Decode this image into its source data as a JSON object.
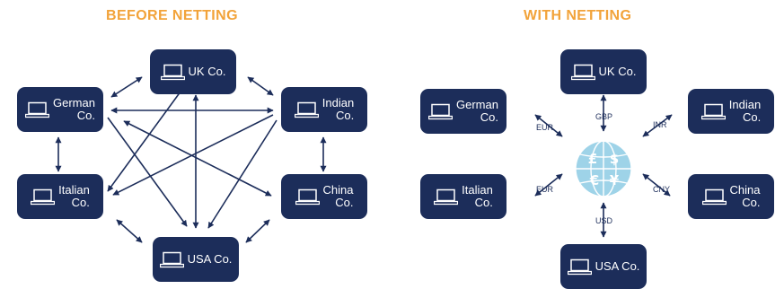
{
  "before": {
    "title": "BEFORE NETTING",
    "nodes": {
      "uk": [
        "UK Co."
      ],
      "german": [
        "German",
        "Co."
      ],
      "indian": [
        "Indian",
        "Co."
      ],
      "italian": [
        "Italian",
        "Co."
      ],
      "china": [
        "China",
        "Co."
      ],
      "usa": [
        "USA Co."
      ]
    }
  },
  "after": {
    "title": "WITH NETTING",
    "nodes": {
      "uk": [
        "UK Co."
      ],
      "german": [
        "German",
        "Co."
      ],
      "indian": [
        "Indian",
        "Co."
      ],
      "italian": [
        "Italian",
        "Co."
      ],
      "china": [
        "China",
        "Co."
      ],
      "usa": [
        "USA Co."
      ]
    },
    "currencies": {
      "gbp": "GBP",
      "eur_top": "EUR",
      "inr": "INR",
      "eur_bottom": "EUR",
      "cny": "CNY",
      "usd": "USD"
    },
    "globe_symbols": [
      "£",
      "$",
      "€",
      "¥"
    ]
  },
  "colors": {
    "node": "#1C2D5A",
    "title": "#F2A33A",
    "globe": "#9ED3E8",
    "arrow": "#1C2D5A"
  }
}
